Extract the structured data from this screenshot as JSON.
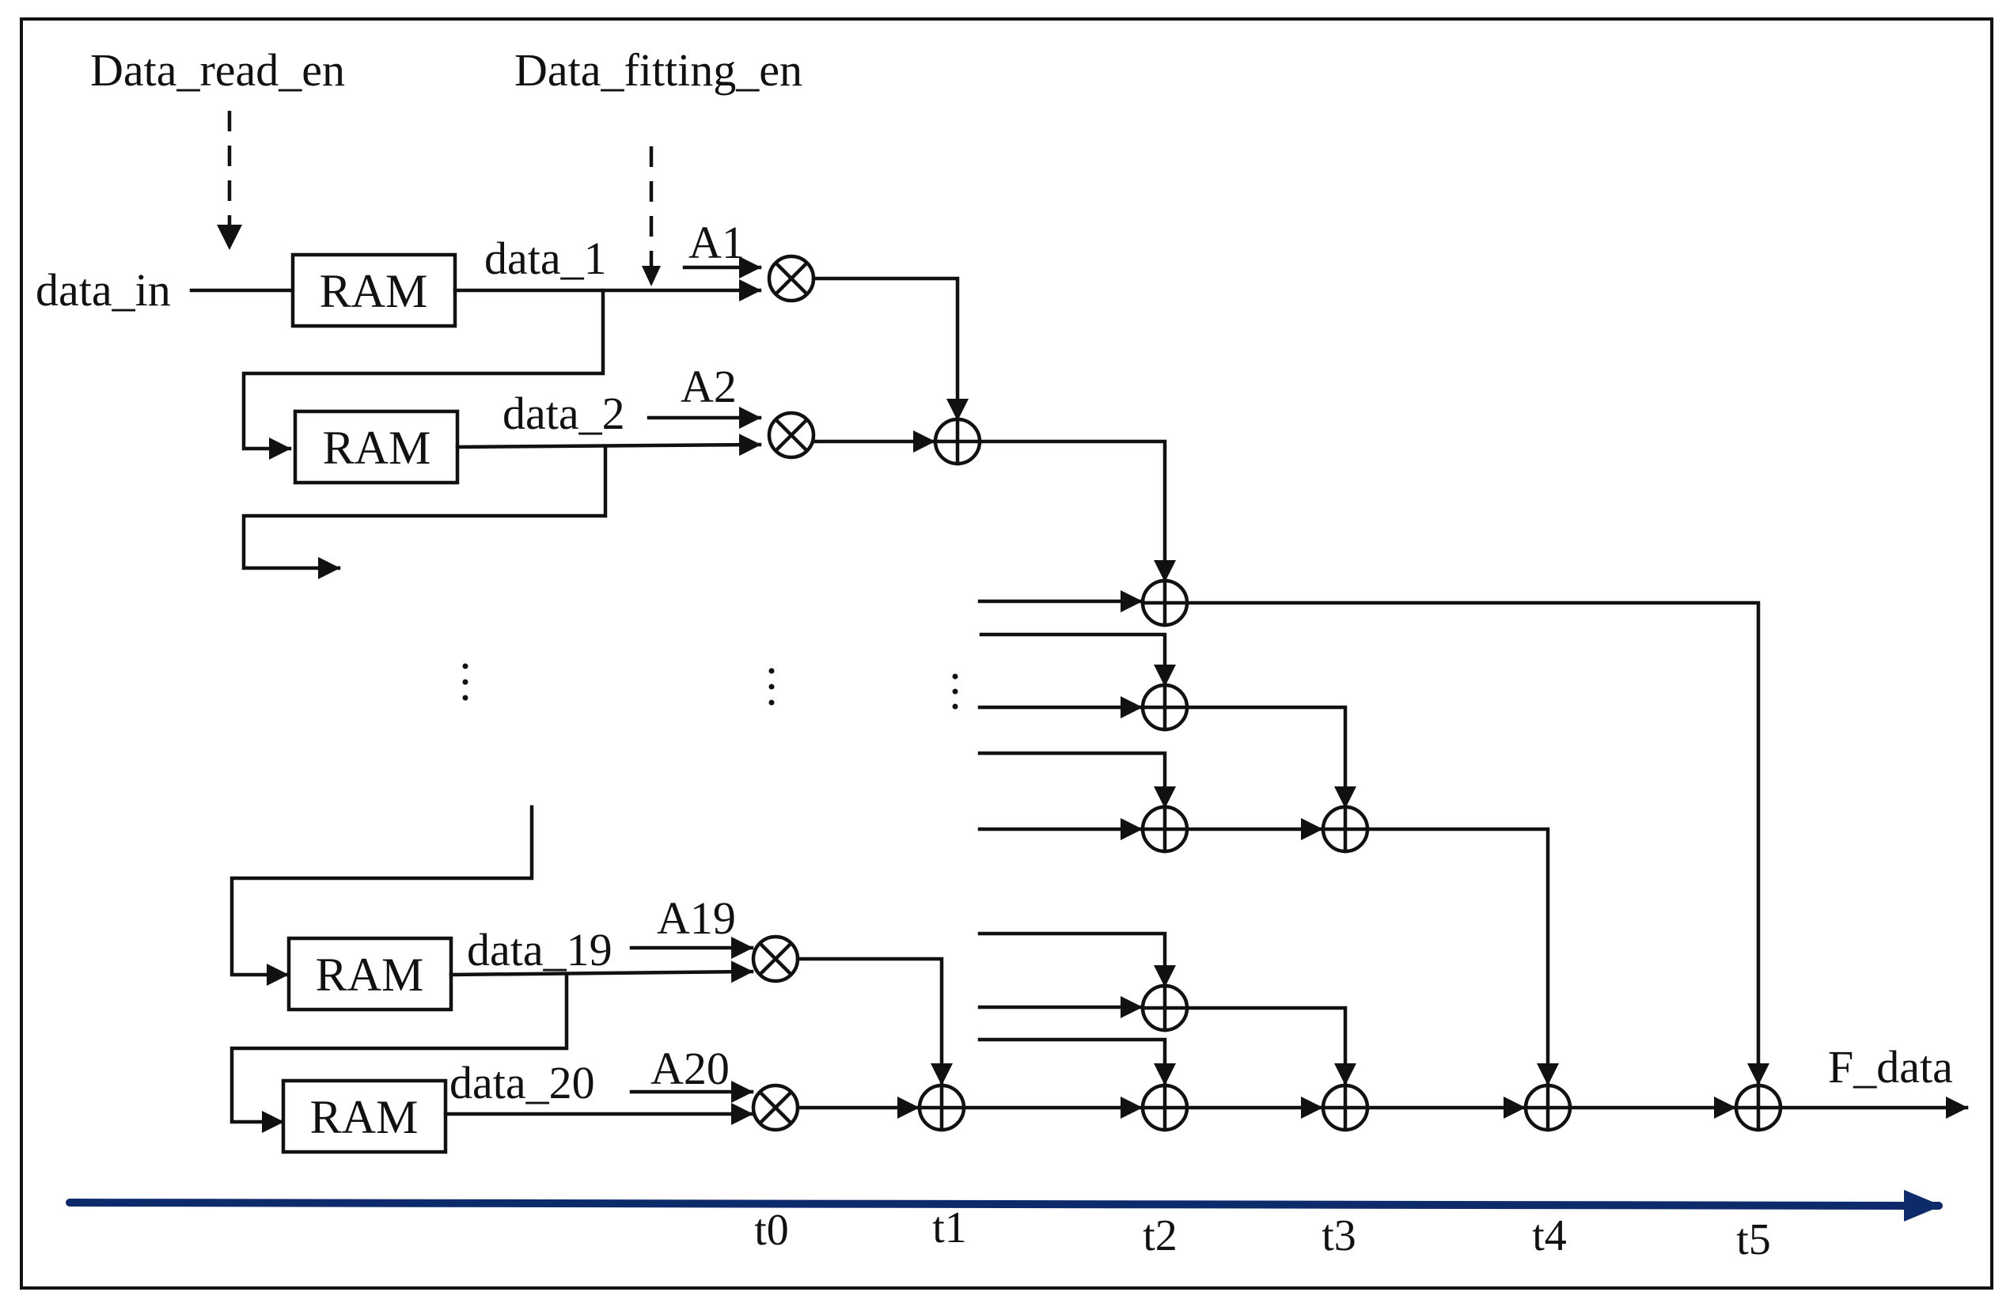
{
  "signals": {
    "data_read_en": "Data_read_en",
    "data_fitting_en": "Data_fitting_en",
    "data_in": "data_in",
    "output": "F_data"
  },
  "rams": [
    {
      "label": "RAM",
      "data_label": "data_1",
      "coef": "A1"
    },
    {
      "label": "RAM",
      "data_label": "data_2",
      "coef": "A2"
    },
    {
      "label": "RAM",
      "data_label": "data_19",
      "coef": "A19"
    },
    {
      "label": "RAM",
      "data_label": "data_20",
      "coef": "A20"
    }
  ],
  "time_axis": {
    "ticks": [
      "t0",
      "t1",
      "t2",
      "t3",
      "t4",
      "t5"
    ],
    "color": "#0d2a6b"
  }
}
